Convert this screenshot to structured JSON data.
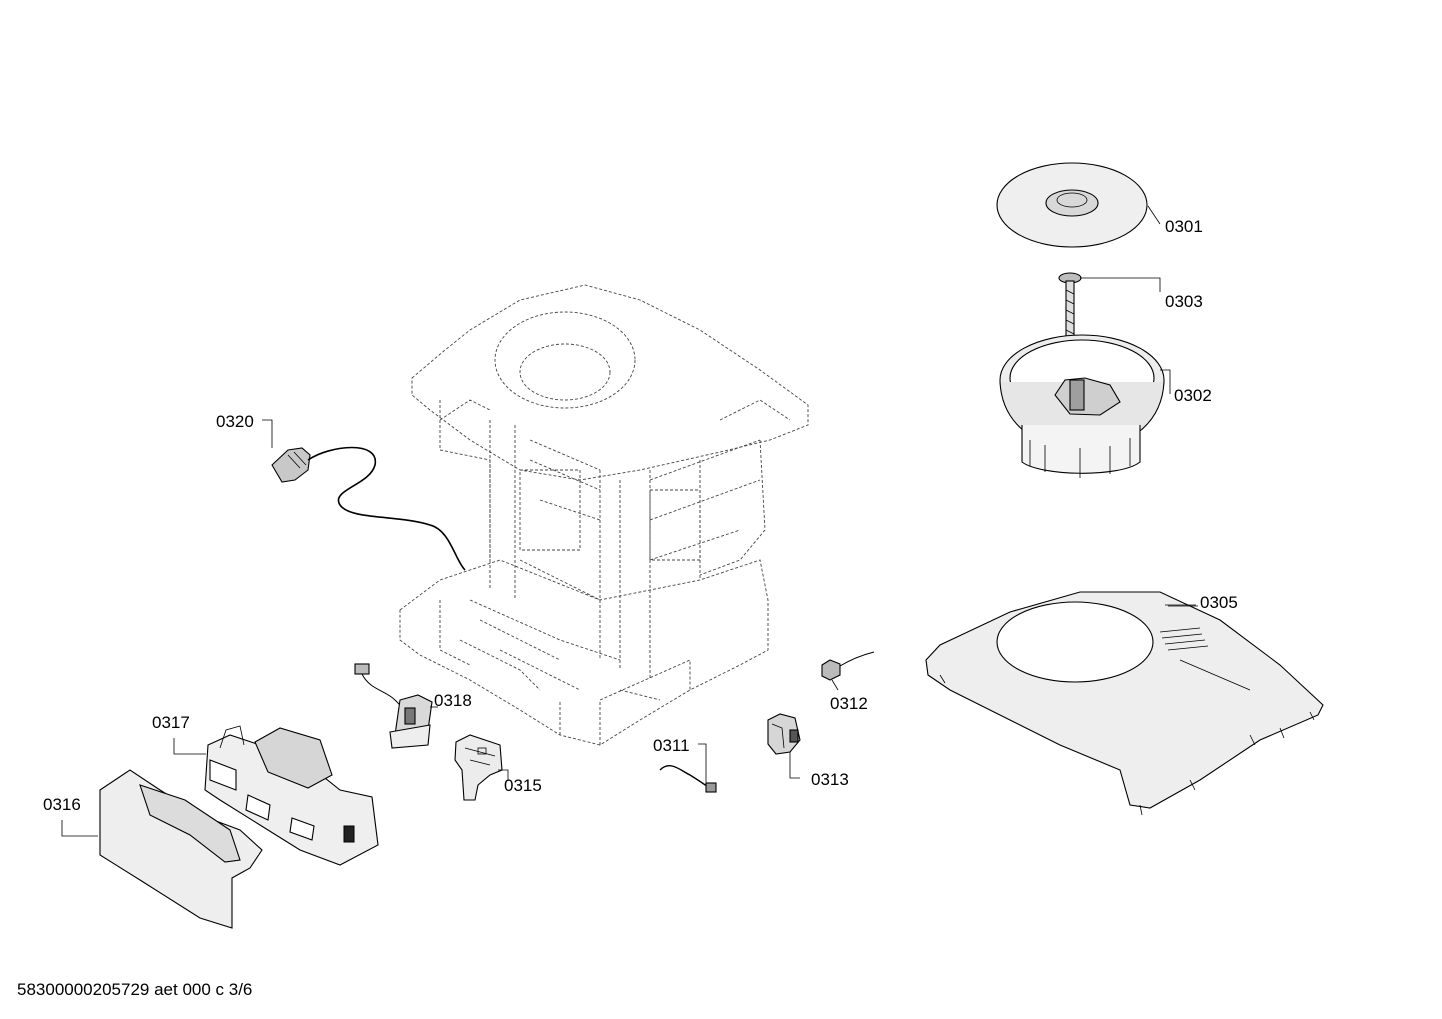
{
  "footer": {
    "document_id": "58300000205729 aet 000 c 3/6"
  },
  "parts": {
    "p0301": "0301",
    "p0302": "0302",
    "p0303": "0303",
    "p0305": "0305",
    "p0311": "0311",
    "p0312": "0312",
    "p0313": "0313",
    "p0315": "0315",
    "p0316": "0316",
    "p0317": "0317",
    "p0318": "0318",
    "p0320": "0320"
  }
}
